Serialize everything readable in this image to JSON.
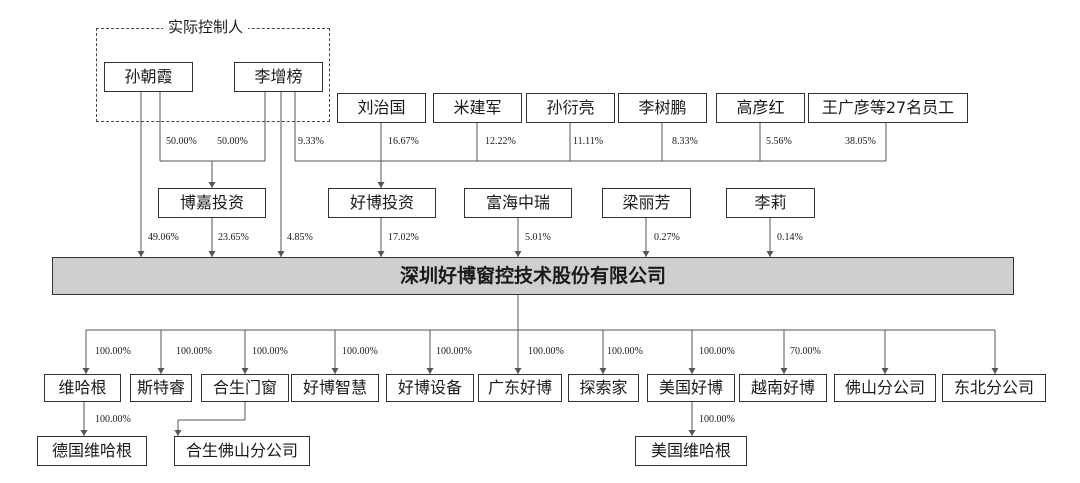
{
  "group": {
    "label": "实际控制人"
  },
  "main": {
    "label": "深圳好博窗控技术股份有限公司"
  },
  "nodes": {
    "sun_zhaoxia": "孙朝霞",
    "li_zengbang": "李增榜",
    "liu_zhiguo": "刘治国",
    "mi_jianjun": "米建军",
    "sun_yanliang": "孙衍亮",
    "li_shupeng": "李树鹏",
    "gao_yanhong": "高彦红",
    "wang_guangyan": "王广彦等27名员工",
    "bojia": "博嘉投资",
    "haobo_invest": "好博投资",
    "fuhai": "富海中瑞",
    "liang_lifang": "梁丽芳",
    "li_li": "李莉",
    "weihagen": "维哈根",
    "sitrui": "斯特睿",
    "hesheng": "合生门窗",
    "haobo_zhihui": "好博智慧",
    "haobo_shebei": "好博设备",
    "guangdong_haobo": "广东好博",
    "tansuojia": "探索家",
    "us_haobo": "美国好博",
    "vn_haobo": "越南好博",
    "foshan_branch": "佛山分公司",
    "dongbei_branch": "东北分公司",
    "de_weihagen": "德国维哈根",
    "hesheng_foshan": "合生佛山分公司",
    "us_weihagen": "美国维哈根"
  },
  "percents": {
    "sun_to_bojia": "50.00%",
    "li_to_bojia": "50.00%",
    "li_to_haobo": "9.33%",
    "liu_to_haobo": "16.67%",
    "mi_to_haobo": "12.22%",
    "sun_yl_to_haobo": "11.11%",
    "li_sp_to_haobo": "8.33%",
    "gao_to_haobo": "5.56%",
    "wang_to_haobo": "38.05%",
    "sun_to_main": "49.06%",
    "bojia_to_main": "23.65%",
    "li_to_main": "4.85%",
    "haobo_to_main": "17.02%",
    "fuhai_to_main": "5.01%",
    "liang_to_main": "0.27%",
    "lili_to_main": "0.14%",
    "weihagen": "100.00%",
    "sitrui": "100.00%",
    "hesheng": "100.00%",
    "haobo_zhihui": "100.00%",
    "haobo_shebei": "100.00%",
    "guangdong_haobo": "100.00%",
    "tansuojia": "100.00%",
    "us_haobo": "100.00%",
    "vn_haobo": "70.00%",
    "de_weihagen": "100.00%",
    "us_weihagen": "100.00%"
  }
}
